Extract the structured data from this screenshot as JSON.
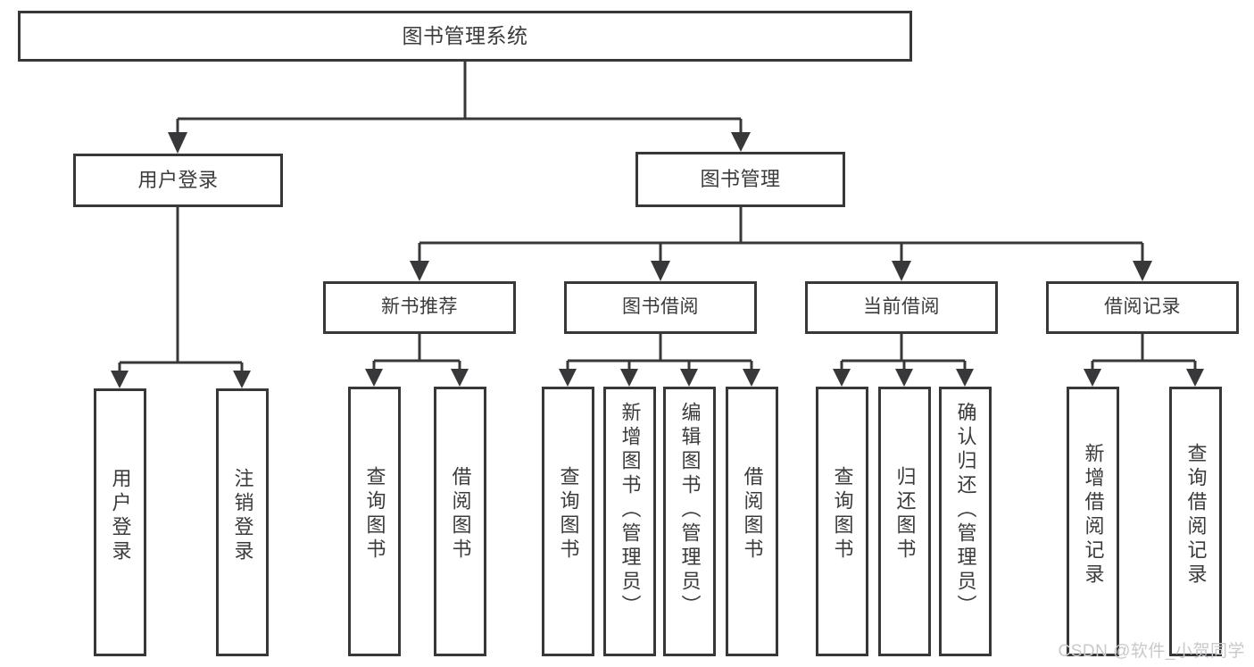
{
  "diagram": {
    "type": "tree",
    "title": "图书管理系统",
    "root": {
      "label": "图书管理系统"
    },
    "level2": [
      {
        "label": "用户登录"
      },
      {
        "label": "图书管理"
      }
    ],
    "level3": [
      {
        "label": "新书推荐"
      },
      {
        "label": "图书借阅"
      },
      {
        "label": "当前借阅"
      },
      {
        "label": "借阅记录"
      }
    ],
    "leaves": {
      "user_login": [
        {
          "label": "用户登录"
        },
        {
          "label": "注销登录"
        }
      ],
      "new_book_recommend": [
        {
          "label": "查询图书"
        },
        {
          "label": "借阅图书"
        }
      ],
      "book_borrow": [
        {
          "label": "查询图书"
        },
        {
          "label": "新增图书（管理员）"
        },
        {
          "label": "编辑图书（管理员）"
        },
        {
          "label": "借阅图书"
        }
      ],
      "current_borrow": [
        {
          "label": "查询图书"
        },
        {
          "label": "归还图书"
        },
        {
          "label": "确认归还（管理员）"
        }
      ],
      "borrow_record": [
        {
          "label": "新增借阅记录"
        },
        {
          "label": "查询借阅记录"
        }
      ]
    }
  },
  "watermark": {
    "text": "CSDN @软件_小贺同学"
  },
  "colors": {
    "box_border": "#38383a",
    "box_fill": "#ffffff",
    "text": "#3b3b3d",
    "connector": "#38383a",
    "watermark": "#c9c9cb",
    "background": "#ffffff"
  }
}
